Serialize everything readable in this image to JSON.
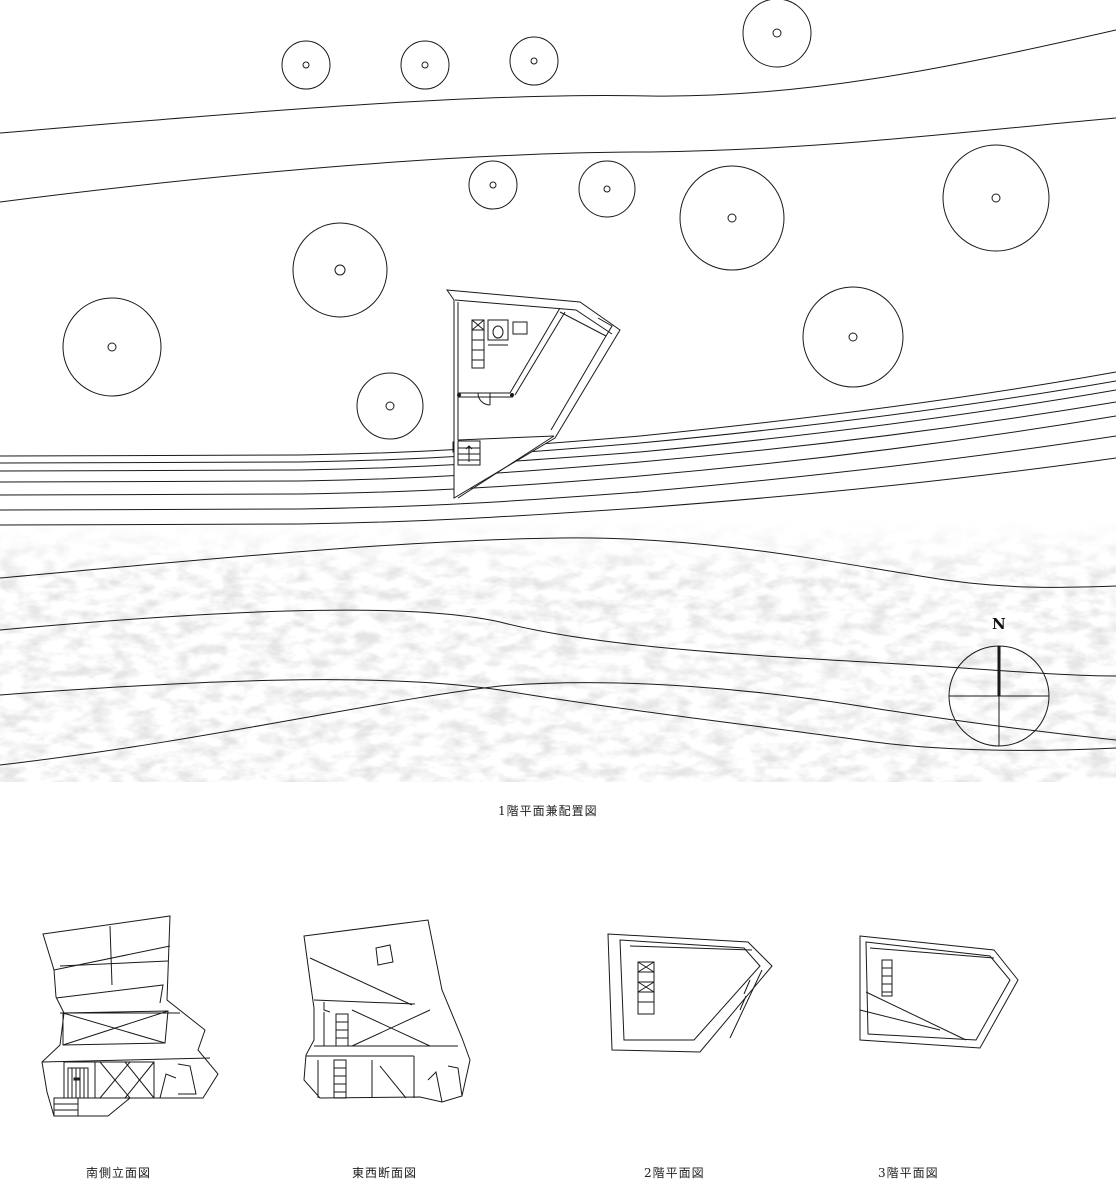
{
  "captions": {
    "site_plan": "1階平面兼配置図",
    "south_elevation": "南側立面図",
    "ew_section": "東西断面図",
    "floor2_plan": "2階平面図",
    "floor3_plan": "3階平面図"
  },
  "north_arrow": {
    "label": "N"
  },
  "colors": {
    "line": "#1a1a1a",
    "ground_texture": "#d9d9d9",
    "background": "#ffffff"
  }
}
